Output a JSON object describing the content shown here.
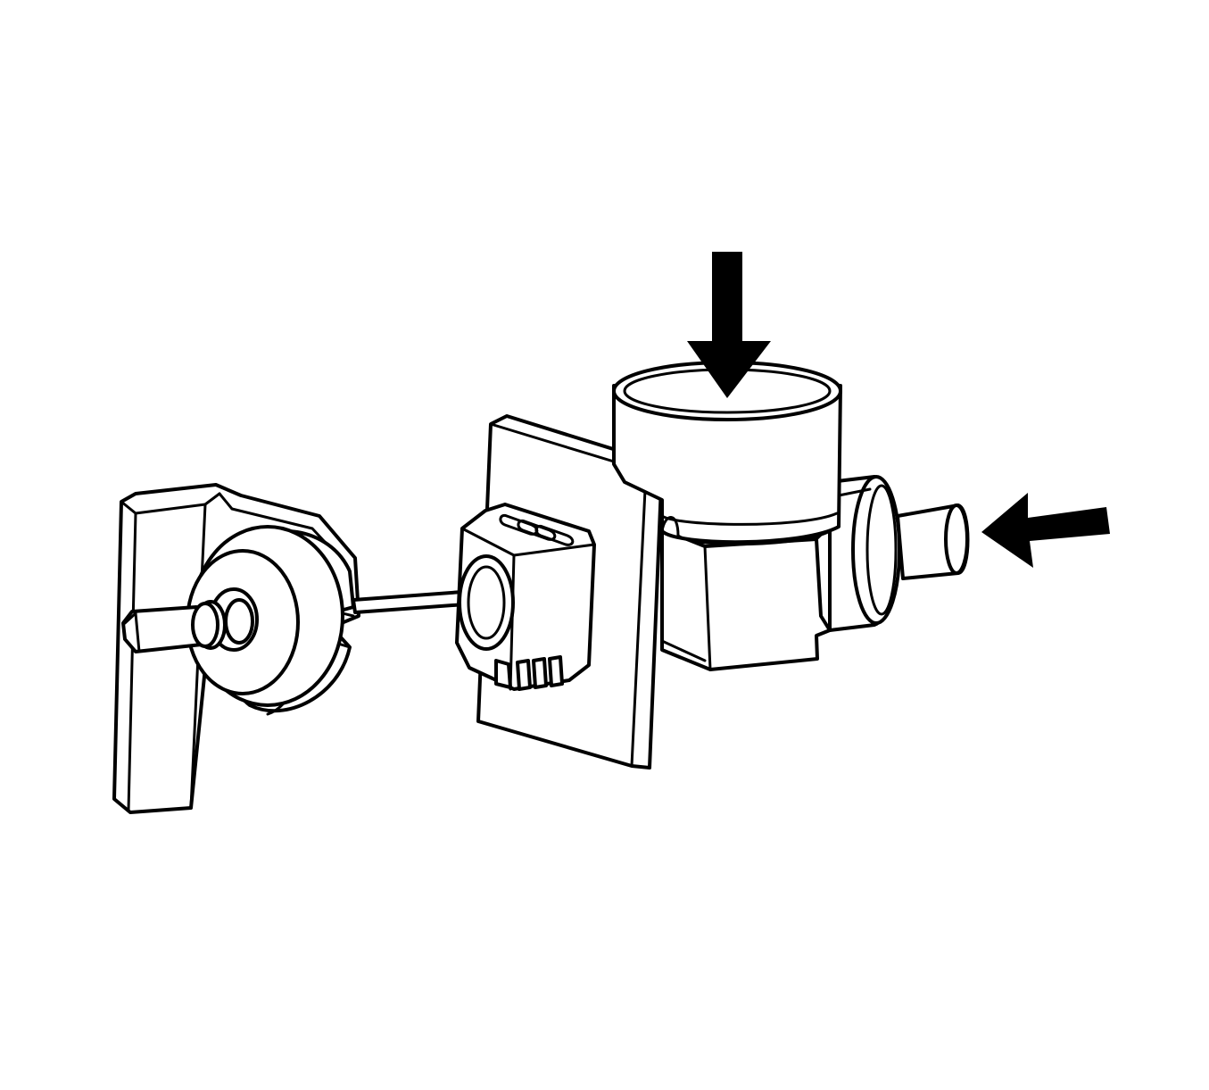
{
  "colors": {
    "background": "#ffffff",
    "line": "#000000",
    "arrow": "#000000"
  },
  "diagram": {
    "parts": [
      "mounting-bracket",
      "hex-bolt",
      "washer",
      "retainer-clip",
      "rod",
      "electrical-connector",
      "mounting-plate",
      "reservoir-cup",
      "mounting-block",
      "valve-body",
      "outlet-port"
    ],
    "arrows": [
      "reservoir-arrow",
      "port-arrow"
    ]
  }
}
